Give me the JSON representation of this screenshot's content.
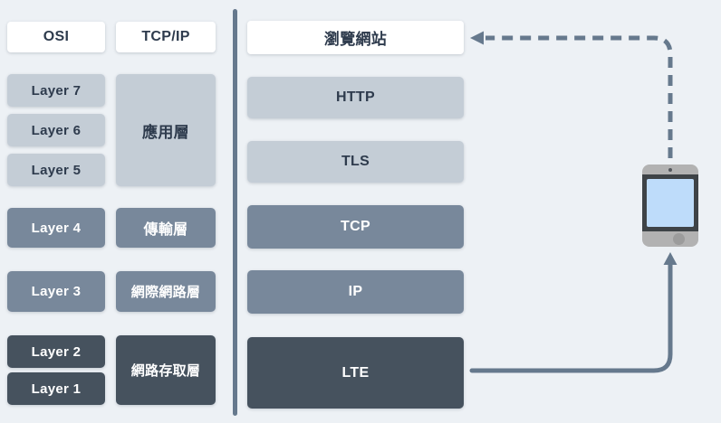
{
  "colors": {
    "bg": "#edf1f5",
    "white_box": "#ffffff",
    "light_box": "#c4cdd6",
    "medium_box": "#78889b",
    "dark_box": "#46525e",
    "dark_text": "#2e3b4d",
    "line": "#66798d",
    "phone_body": "#b2b2b2",
    "phone_frame": "#3e4347",
    "phone_screen": "#bedcfa",
    "phone_home": "#9c9c9c",
    "phone_camera": "#53575c"
  },
  "osi_column": {
    "header": "OSI",
    "layers": [
      {
        "label": "Layer 7",
        "tone": "light"
      },
      {
        "label": "Layer 6",
        "tone": "light"
      },
      {
        "label": "Layer 5",
        "tone": "light"
      },
      {
        "label": "Layer 4",
        "tone": "medium"
      },
      {
        "label": "Layer 3",
        "tone": "medium"
      },
      {
        "label": "Layer 2",
        "tone": "dark"
      },
      {
        "label": "Layer 1",
        "tone": "dark"
      }
    ]
  },
  "tcpip_column": {
    "header": "TCP/IP",
    "layers": [
      {
        "label": "應用層",
        "tone": "light"
      },
      {
        "label": "傳輸層",
        "tone": "medium"
      },
      {
        "label": "網際網路層",
        "tone": "medium"
      },
      {
        "label": "網路存取層",
        "tone": "dark"
      }
    ]
  },
  "example_column": {
    "header": "瀏覽網站",
    "protocols": [
      {
        "label": "HTTP",
        "tone": "light"
      },
      {
        "label": "TLS",
        "tone": "light"
      },
      {
        "label": "TCP",
        "tone": "medium"
      },
      {
        "label": "IP",
        "tone": "medium"
      },
      {
        "label": "LTE",
        "tone": "dark"
      }
    ]
  },
  "device": {
    "name": "smartphone"
  }
}
